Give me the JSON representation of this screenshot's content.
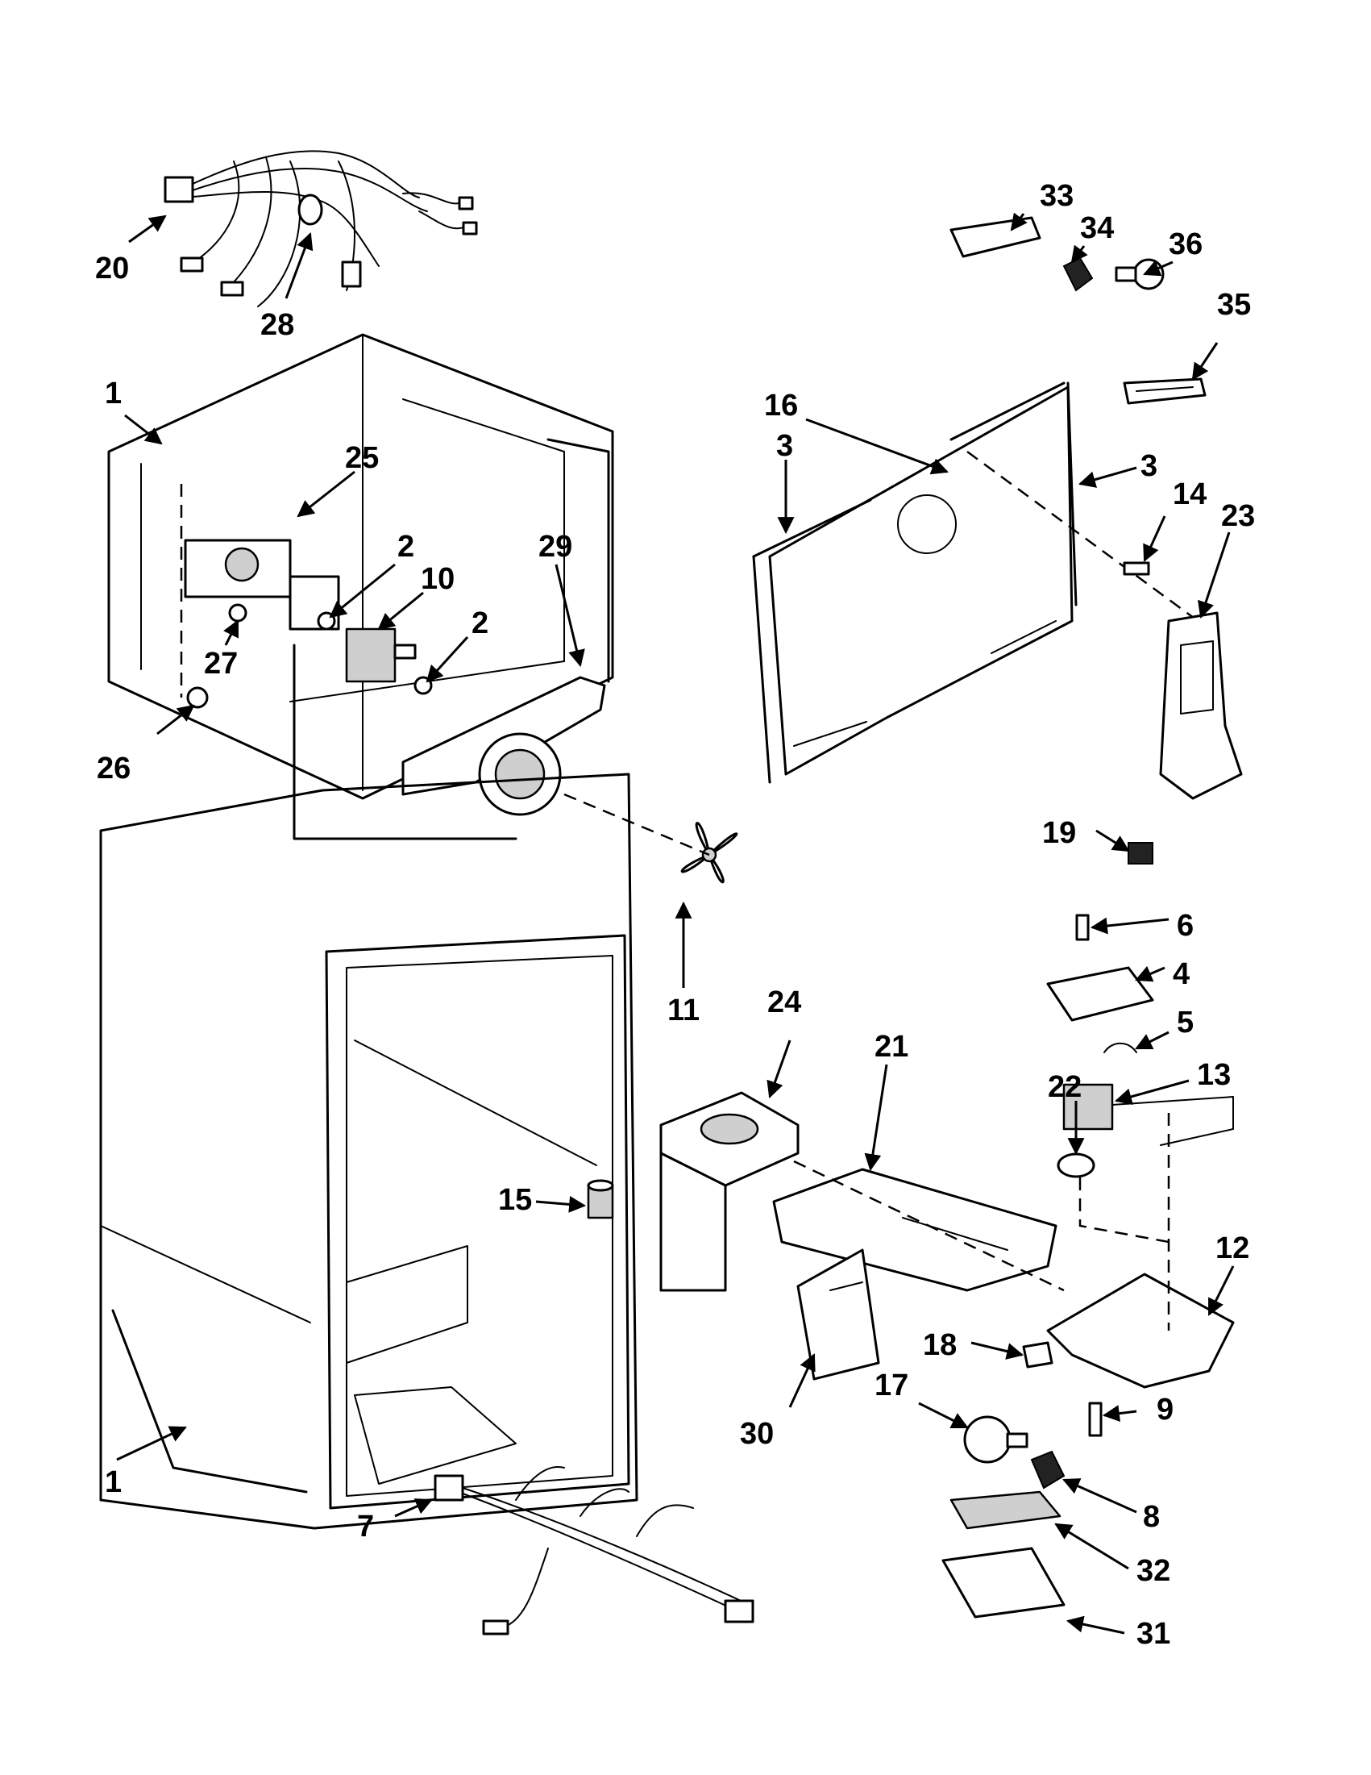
{
  "diagram": {
    "labels": {
      "p1_top": "1",
      "p1_bottom": "1",
      "p2_a": "2",
      "p2_b": "2",
      "p3_left": "3",
      "p3_right": "3",
      "p4": "4",
      "p5": "5",
      "p6": "6",
      "p7": "7",
      "p8": "8",
      "p9": "9",
      "p10": "10",
      "p11": "11",
      "p12": "12",
      "p13": "13",
      "p14": "14",
      "p15": "15",
      "p16": "16",
      "p17": "17",
      "p18": "18",
      "p19": "19",
      "p20": "20",
      "p21": "21",
      "p22": "22",
      "p23": "23",
      "p24": "24",
      "p25": "25",
      "p26": "26",
      "p27": "27",
      "p28": "28",
      "p29": "29",
      "p30": "30",
      "p31": "31",
      "p32": "32",
      "p33": "33",
      "p34": "34",
      "p35": "35",
      "p36": "36"
    }
  }
}
